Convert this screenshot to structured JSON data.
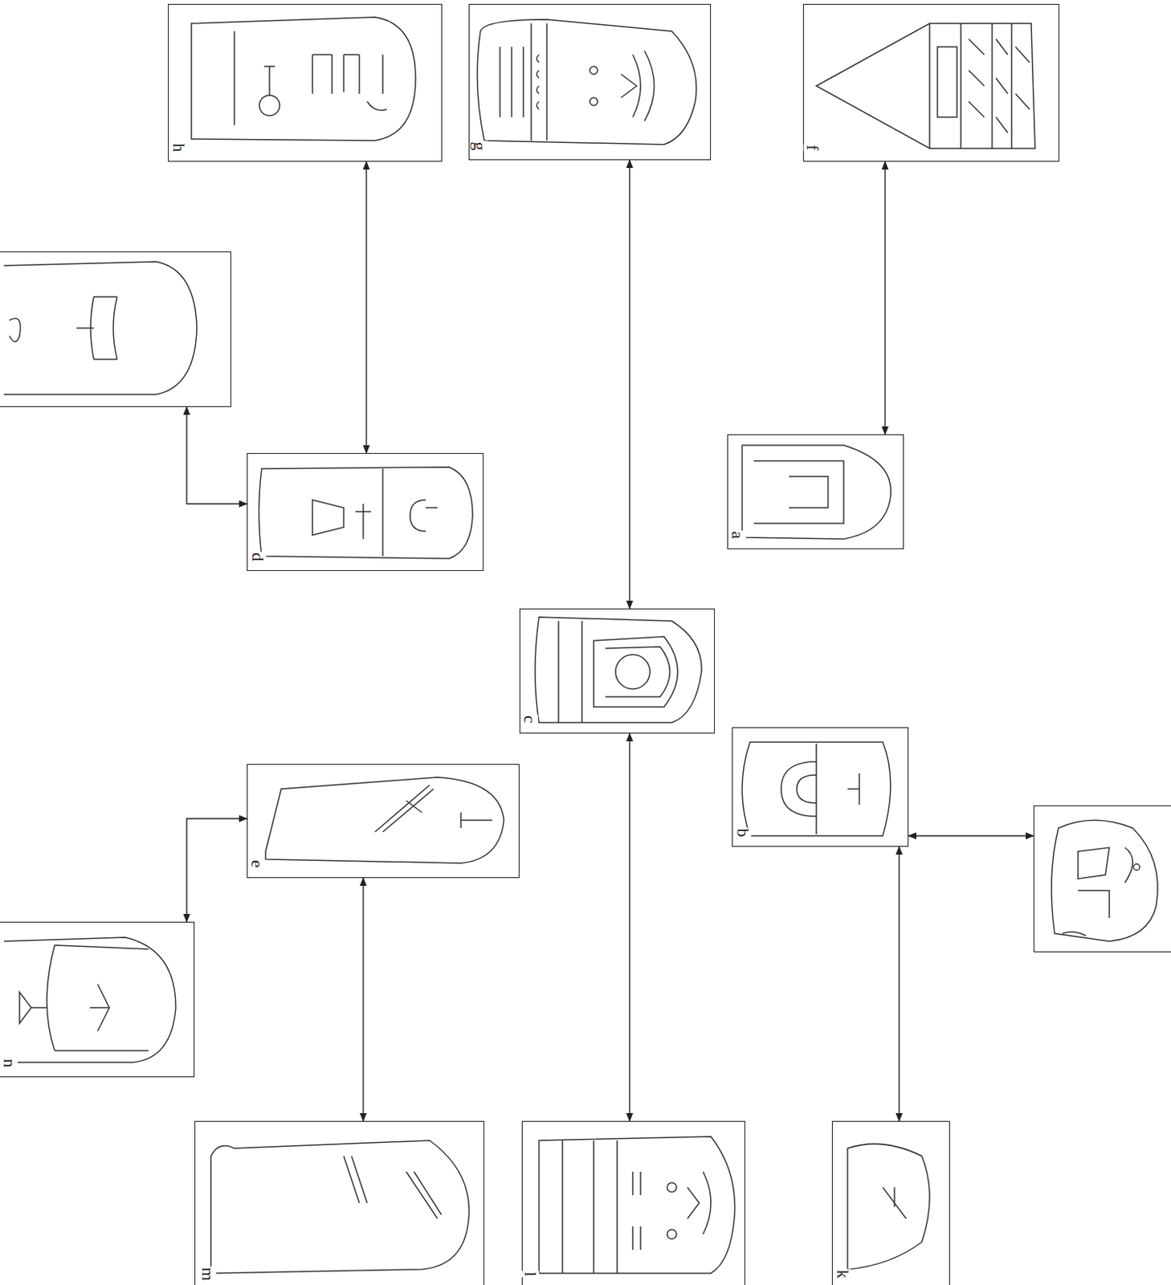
{
  "diagram": {
    "nodes": [
      {
        "text": [
          "h"
        ]
      },
      {
        "text": [
          "g"
        ]
      },
      {
        "text": [
          "f"
        ]
      },
      {
        "text": []
      },
      {
        "text": [
          "d"
        ]
      },
      {
        "text": [
          "a"
        ]
      },
      {
        "text": [
          "c"
        ]
      },
      {
        "text": [
          "b"
        ]
      },
      {
        "text": []
      },
      {
        "text": [
          "e"
        ]
      },
      {
        "text": [
          "n"
        ]
      },
      {
        "text": [
          "m"
        ]
      },
      {
        "text": [
          "l"
        ]
      },
      {
        "text": [
          "k"
        ]
      }
    ],
    "edges": [
      {
        "from": 0,
        "to": 4,
        "arrow": "both"
      },
      {
        "from": 1,
        "to": 6,
        "arrow": "both"
      },
      {
        "from": 2,
        "to": 5,
        "arrow": "both"
      },
      {
        "from": 3,
        "to": 4,
        "arrow": "both"
      },
      {
        "from": 6,
        "to": 12,
        "arrow": "both"
      },
      {
        "from": 9,
        "to": 10,
        "arrow": "both"
      },
      {
        "from": 9,
        "to": 11,
        "arrow": "both"
      },
      {
        "from": 7,
        "to": 8,
        "arrow": "both"
      },
      {
        "from": 7,
        "to": 13,
        "arrow": "both"
      }
    ]
  }
}
